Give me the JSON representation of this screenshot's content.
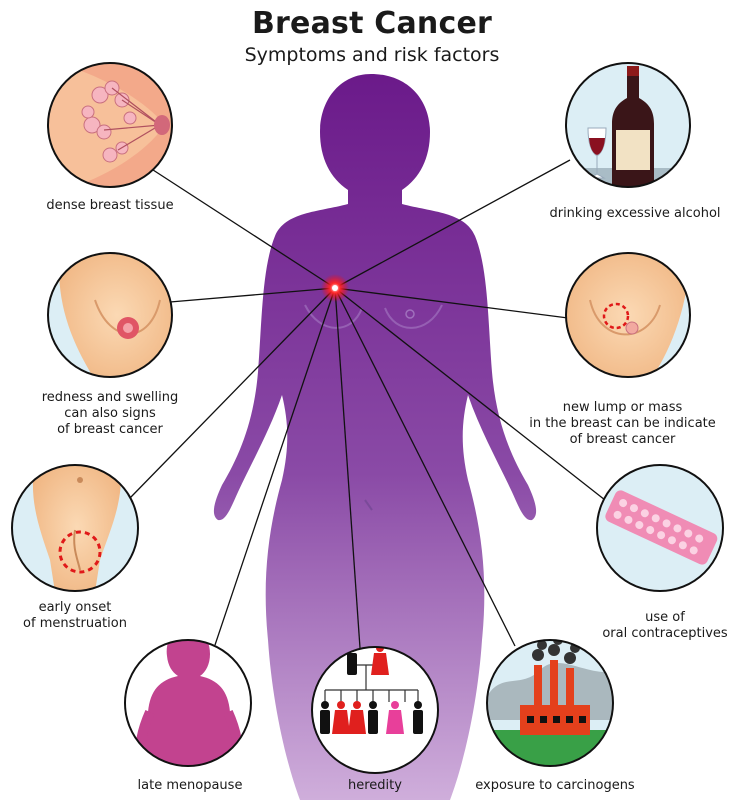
{
  "title": "Breast Cancer",
  "subtitle": "Symptoms and risk factors",
  "colors": {
    "body_top": "#6b1a8a",
    "body_bottom": "#c9a2d6",
    "line": "#111111",
    "circle_fill": "#d9eef5",
    "skin": "#f6c79a",
    "focus_red": "#ff1010"
  },
  "factors": {
    "dense_tissue": "dense breast tissue",
    "redness": "redness and swelling\ncan also signs\nof breast cancer",
    "menstruation": "early onset\nof menstruation",
    "menopause": "late menopause",
    "heredity": "heredity",
    "carcinogens": "exposure to carcinogens",
    "contraceptives": "use of\noral contraceptives",
    "lump": "new lump or mass\nin the breast can be indicate\nof breast cancer",
    "alcohol": "drinking excessive alcohol"
  },
  "icons": {
    "body": "female-silhouette-icon",
    "dense_tissue": "breast-tissue-icon",
    "redness": "inflamed-breast-icon",
    "menstruation": "pelvis-icon",
    "menopause": "older-woman-icon",
    "heredity": "family-tree-icon",
    "carcinogens": "factory-icon",
    "contraceptives": "pill-pack-icon",
    "lump": "breast-lump-icon",
    "alcohol": "wine-bottle-icon"
  }
}
